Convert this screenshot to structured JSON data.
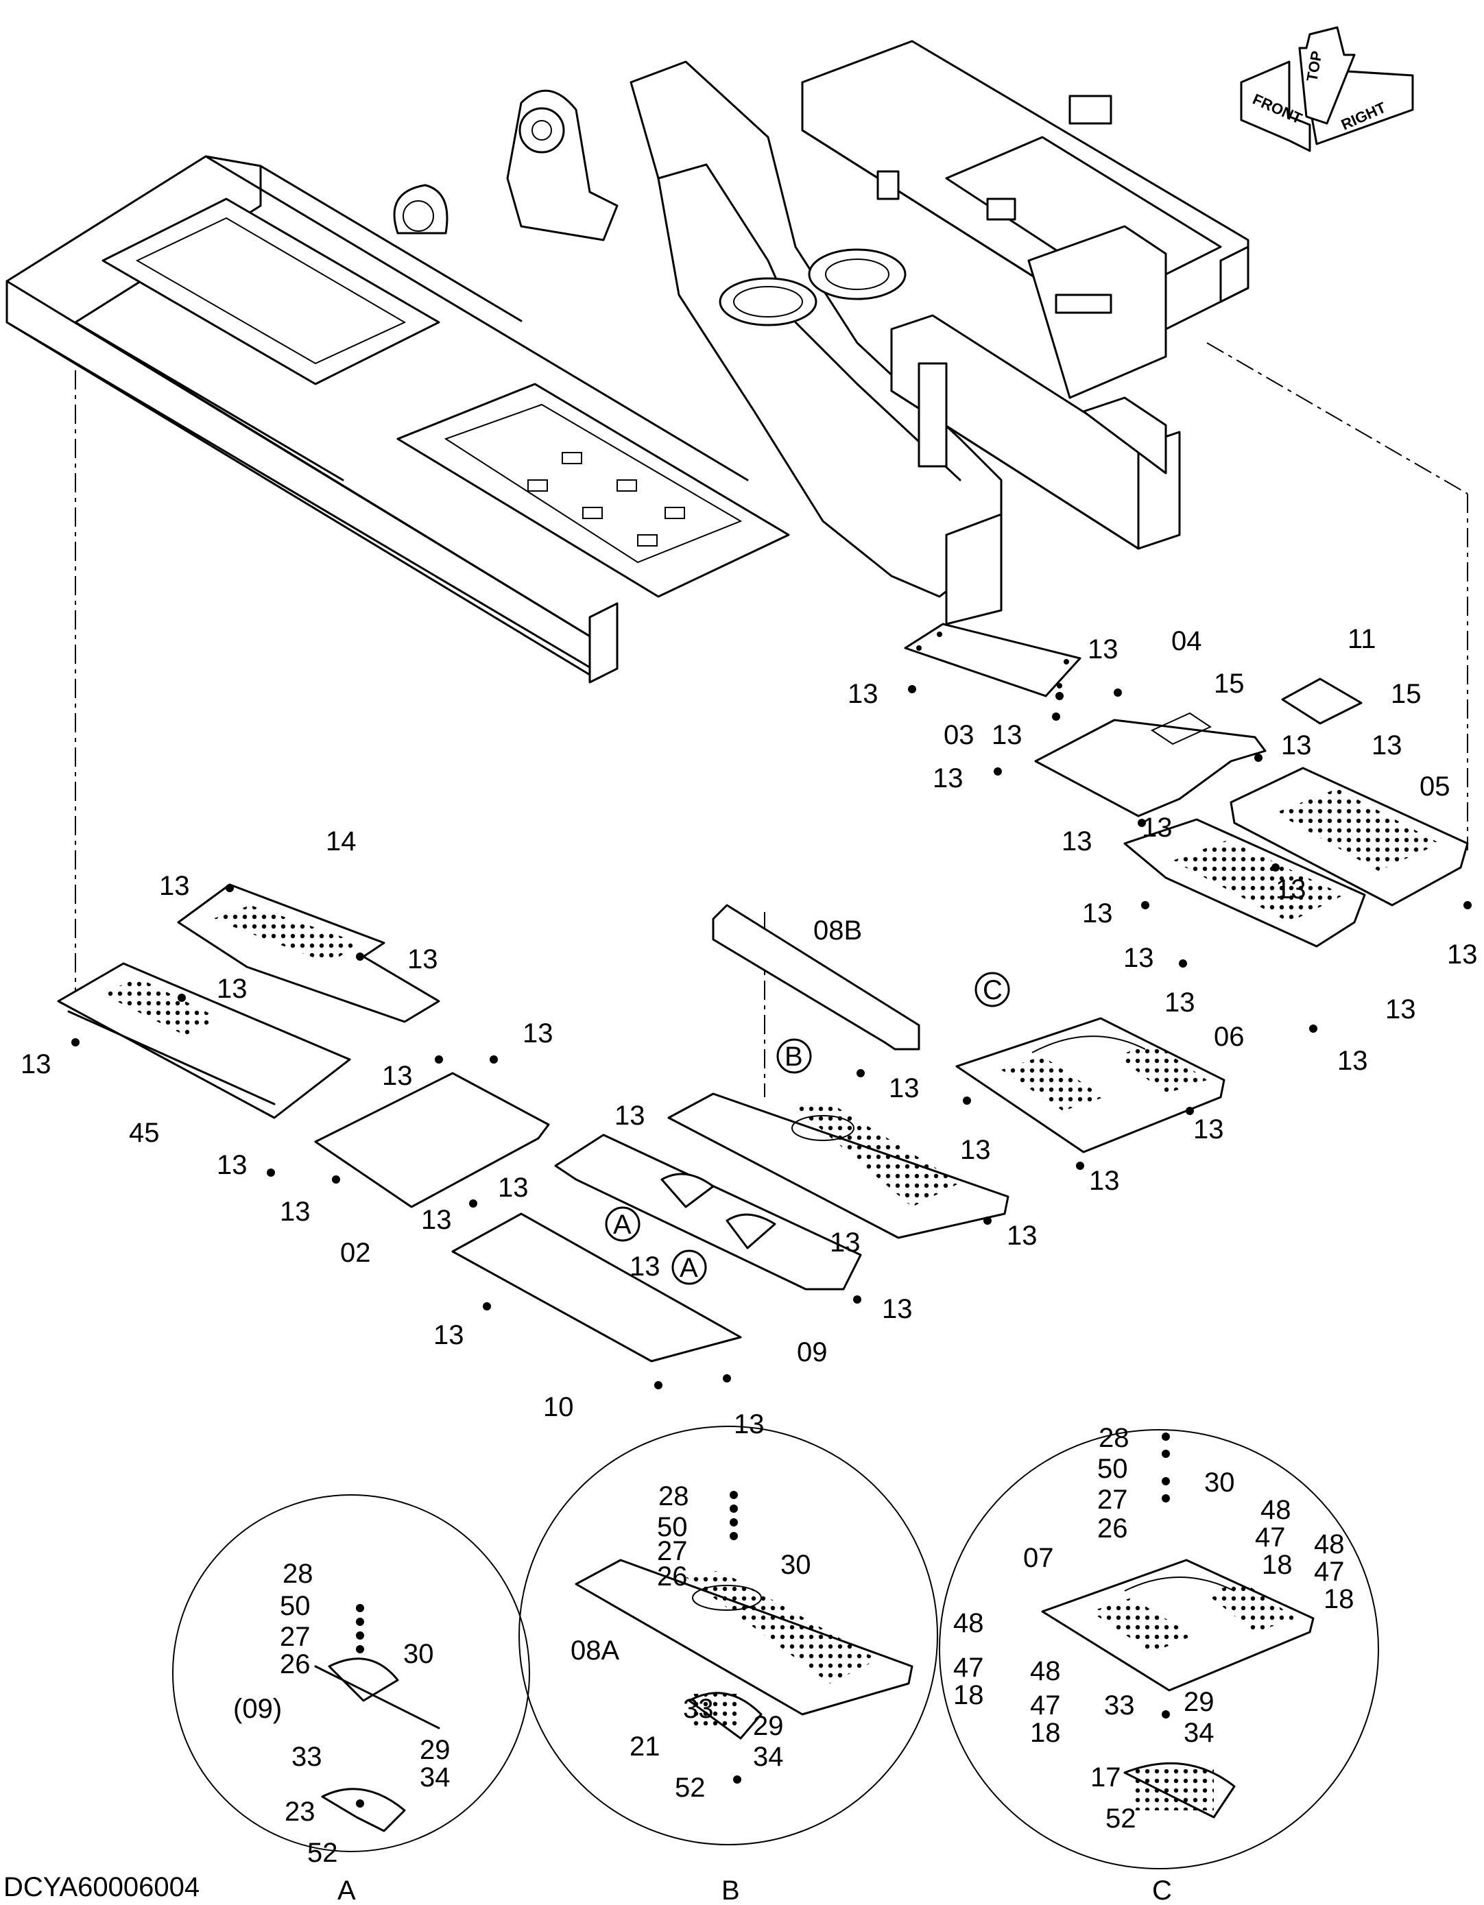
{
  "drawing_code": "DCYA60006004",
  "orientation": {
    "front": "FRONT",
    "top": "TOP",
    "right": "RIGHT"
  },
  "callouts": {
    "a": {
      "letter": "A",
      "caption": "A"
    },
    "b": {
      "letter": "B",
      "caption": "B"
    },
    "c": {
      "letter": "C",
      "caption": "C"
    }
  },
  "labels": {
    "p03": "03",
    "p04": "04",
    "p05": "05",
    "p06": "06",
    "p11": "11",
    "p15a": "15",
    "p15b": "15",
    "p14": "14",
    "p45": "45",
    "p02": "02",
    "p08b": "08B",
    "p09": "09",
    "p10": "10",
    "n13": "13",
    "a_28": "28",
    "a_50": "50",
    "a_27": "27",
    "a_26": "26",
    "a_30": "30",
    "a_09": "(09)",
    "a_33": "33",
    "a_29": "29",
    "a_34": "34",
    "a_23": "23",
    "a_52": "52",
    "b_28": "28",
    "b_50": "50",
    "b_27": "27",
    "b_26": "26",
    "b_30": "30",
    "b_08a": "08A",
    "b_33": "33",
    "b_29": "29",
    "b_21": "21",
    "b_34": "34",
    "b_52": "52",
    "c_28": "28",
    "c_50": "50",
    "c_27": "27",
    "c_30": "30",
    "c_26": "26",
    "c_48": "48",
    "c_47": "47",
    "c_18": "18",
    "c_07": "07",
    "c_33": "33",
    "c_29": "29",
    "c_34": "34",
    "c_17": "17",
    "c_52": "52"
  }
}
